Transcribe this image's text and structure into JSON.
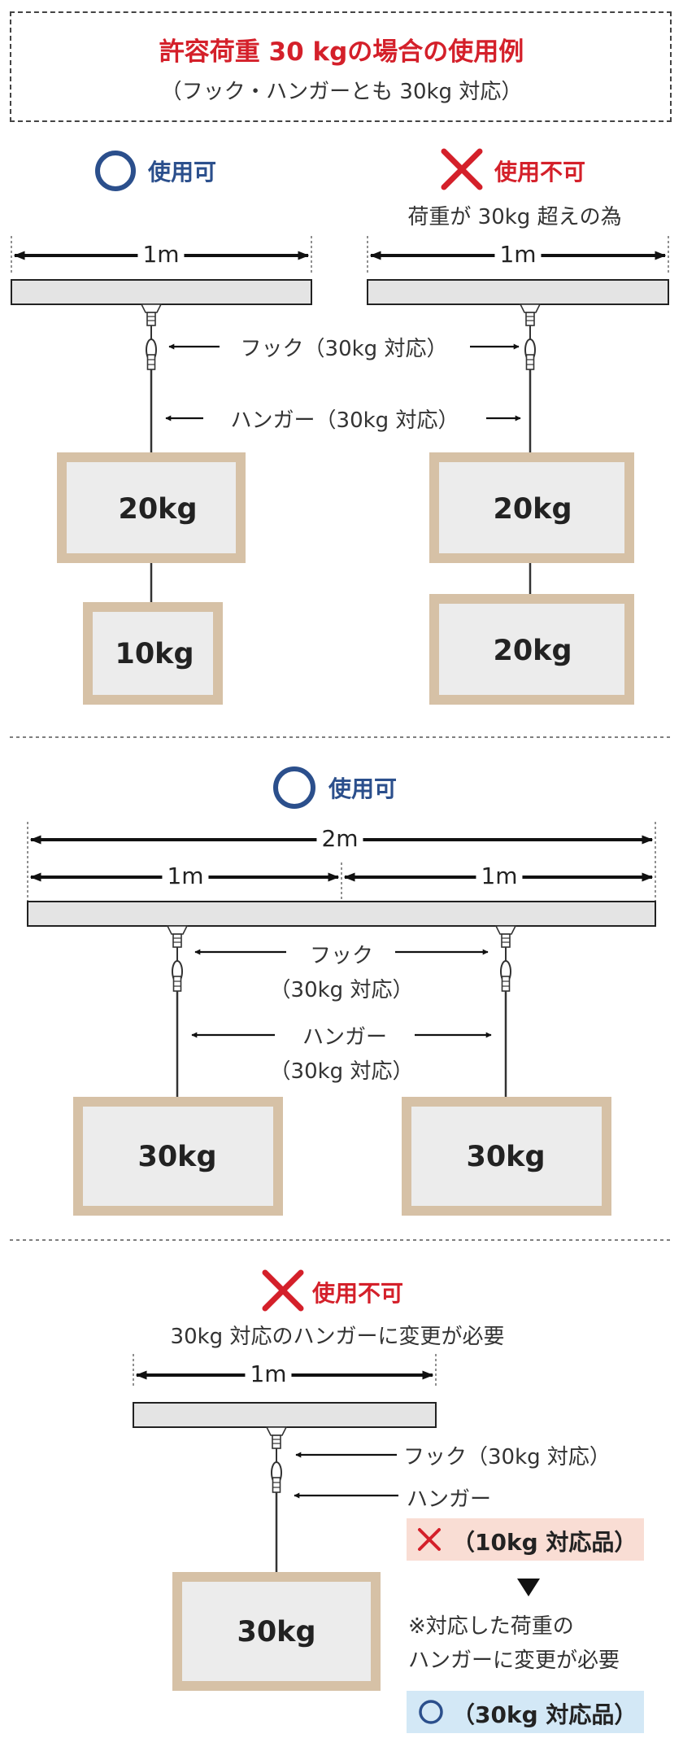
{
  "header": {
    "title": "許容荷重 30 kgの場合の使用例",
    "subtitle": "（フック・ハンガーとも 30kg 対応）"
  },
  "section1": {
    "left": {
      "status": "使用可",
      "span": "1m",
      "weights": [
        "20kg",
        "10kg"
      ]
    },
    "right": {
      "status": "使用不可",
      "reason": "荷重が 30kg 超えの為",
      "span": "1m",
      "weights": [
        "20kg",
        "20kg"
      ]
    },
    "hook_label": "フック（30kg 対応）",
    "hanger_label": "ハンガー（30kg 対応）"
  },
  "section2": {
    "status": "使用可",
    "span_total": "2m",
    "span_left": "1m",
    "span_right": "1m",
    "hook_label_1": "フック",
    "hook_label_2": "（30kg 対応）",
    "hanger_label_1": "ハンガー",
    "hanger_label_2": "（30kg 対応）",
    "weights": [
      "30kg",
      "30kg"
    ]
  },
  "section3": {
    "status": "使用不可",
    "reason": "30kg 対応のハンガーに変更が必要",
    "span": "1m",
    "hook_label": "フック（30kg 対応）",
    "hanger_label": "ハンガー",
    "bad_tag": "（10kg 対応品）",
    "note_1": "※対応した荷重の",
    "note_2": "ハンガーに変更が必要",
    "good_tag": "（30kg 対応品）",
    "weight": "30kg"
  },
  "colors": {
    "ok_blue": "#2b4f8c",
    "ng_red": "#d4202a",
    "frame_tan": "#d6c1a6",
    "rail_gray": "#e4e4e4",
    "ng_tag_bg": "#f9ddd4",
    "ok_tag_bg": "#d3e8f6"
  }
}
